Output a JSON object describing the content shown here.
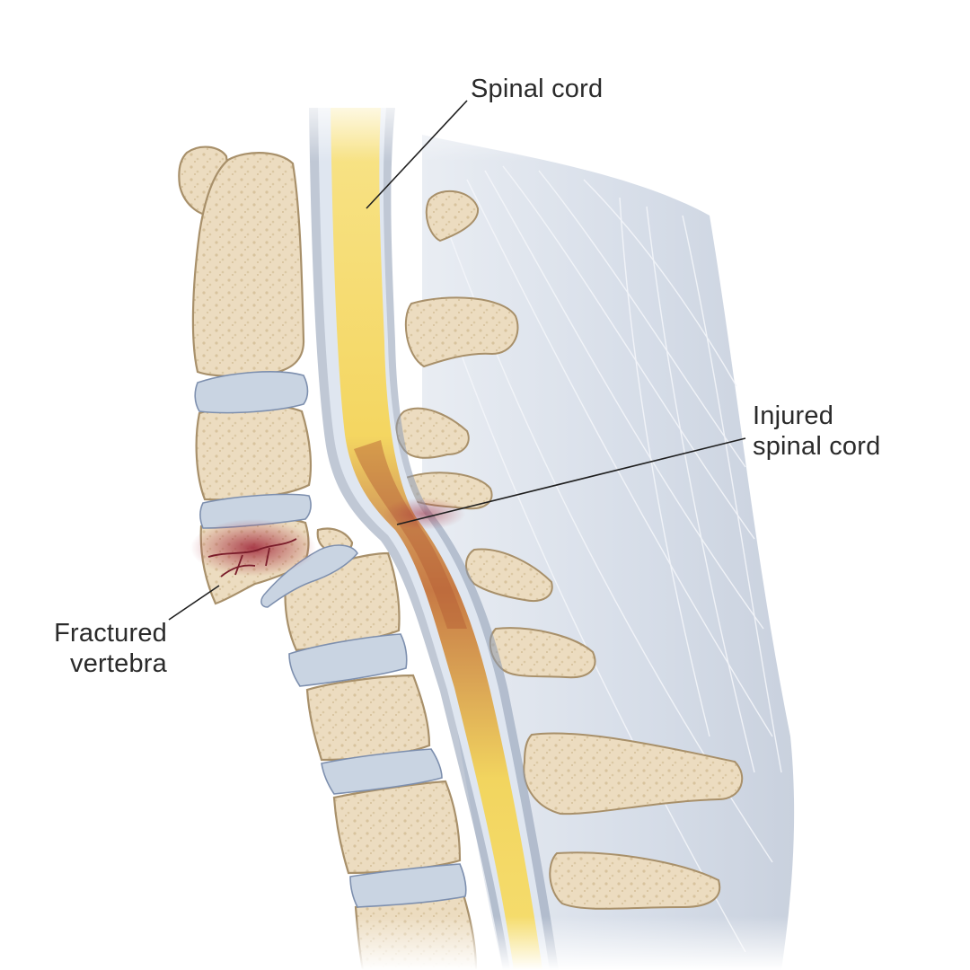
{
  "labels": {
    "spinal_cord": "Spinal cord",
    "injured": [
      "Injured",
      "spinal cord"
    ],
    "fractured": [
      "Fractured",
      "vertebra"
    ]
  },
  "colors": {
    "bone_fill": "#ecdcc0",
    "bone_edge": "#a8906a",
    "disc_fill": "#c9d4e2",
    "cord_yellow": "#f6da6a",
    "cord_injury": "#c0683a",
    "blood_red": "#a8253a",
    "dura_blue": "#6e7f9c",
    "ligament": "#dfe4ec",
    "leader_line": "#1f1f1f"
  }
}
